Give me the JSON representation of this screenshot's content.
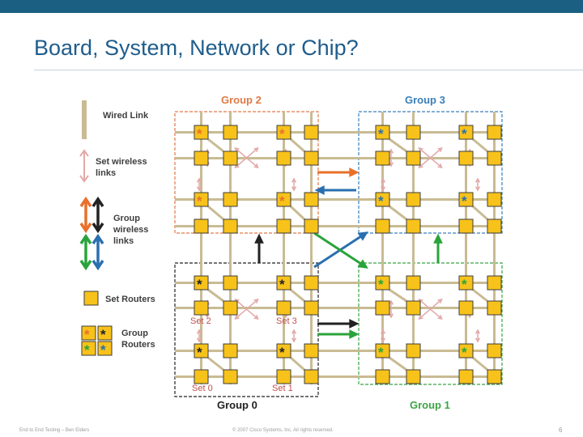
{
  "slide": {
    "title": "Board, System, Network or Chip?",
    "footer_left": "End to End Testing – Ben Elders",
    "footer_center": "© 2007 Cisco Systems, Inc. All rights reserved.",
    "page_number": "6"
  },
  "legend": {
    "wired_link": "Wired Link",
    "set_wireless_links": "Set wireless links",
    "group_wireless_links": "Group wireless links",
    "set_routers": "Set Routers",
    "group_routers": "Group Routers"
  },
  "diagram": {
    "groups": [
      "Group 0",
      "Group 1",
      "Group 2",
      "Group 3"
    ],
    "sets": [
      "Set 0",
      "Set 1",
      "Set 2",
      "Set 3"
    ],
    "group_router_symbol": "*"
  },
  "colors": {
    "topbar": "#1b5f83",
    "title": "#1f5d8c",
    "router_fill": "#f7c21a",
    "router_stroke": "#3c3c3c",
    "wired_link": "#c9bb93",
    "set_wireless": "#e3a9a9",
    "group2_border": "#e07a47",
    "group3_border": "#3a7fba",
    "group0_border": "#222222",
    "group1_border": "#3aa544",
    "orange_arrow": "#e8702a",
    "blue_arrow": "#2a6fb0",
    "green_arrow": "#2aa33a",
    "black_arrow": "#222222",
    "group_label_orange": "#e07a47",
    "group_label_blue": "#3a7fba",
    "group_label_black": "#222222",
    "group_label_green": "#3aa544",
    "set_label": "#c0504d"
  },
  "icons": {
    "wired": "vertical-bar",
    "set_wireless": "double-headed-arrow",
    "group_wireless": "double-headed-arrow",
    "router": "square",
    "group_router": "asterisk-square"
  }
}
